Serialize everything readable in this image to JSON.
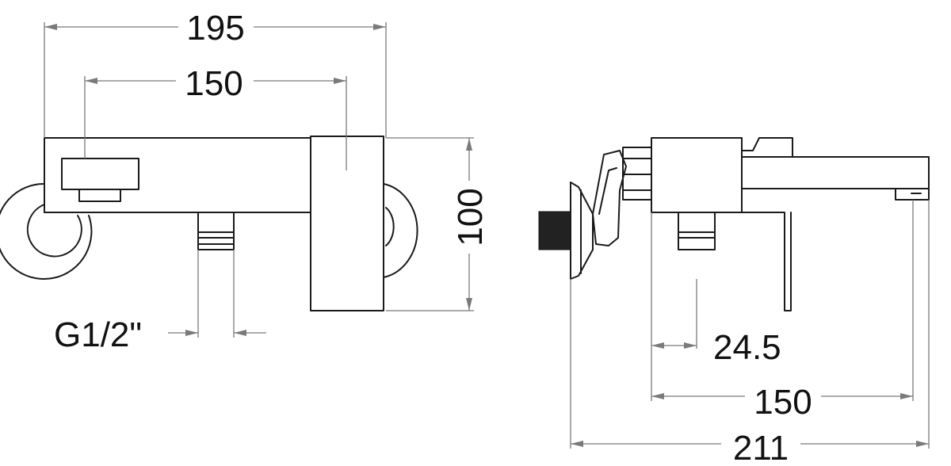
{
  "dimensions": {
    "front_overall_width": "195",
    "front_inlet_spacing": "150",
    "front_height": "100",
    "front_outlet_thread": "G1/2\"",
    "side_outlet_offset": "24.5",
    "side_spout_reach": "150",
    "side_overall_depth": "211"
  },
  "colors": {
    "line": "#1a1a1a",
    "dimension_line": "#7a7a7a",
    "background": "#ffffff"
  }
}
